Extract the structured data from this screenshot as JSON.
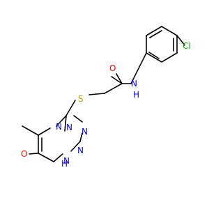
{
  "atoms": {
    "cl": "Cl",
    "o_amide": "O",
    "n_amide": "N",
    "h_amide": "H",
    "s": "S",
    "n_ring_a": "N",
    "n_ring_b": "N",
    "n_ring_c": "N",
    "n_ring_d": "N",
    "n_ring_e": "N",
    "h_ring": "H",
    "o_ring": "O"
  },
  "colors": {
    "bond": "#000000",
    "nitrogen": "#0000ff",
    "oxygen": "#ff0000",
    "sulfur": "#b8a000",
    "chlorine": "#00b000"
  }
}
